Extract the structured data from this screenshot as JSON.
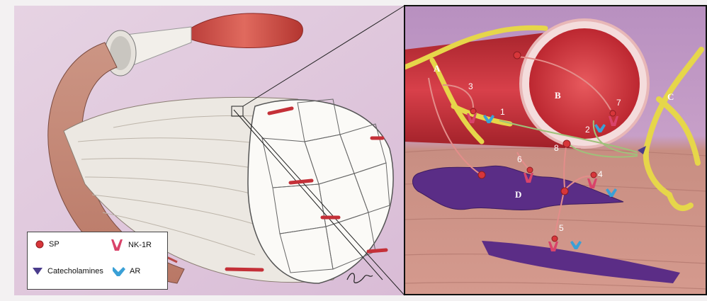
{
  "diagram": {
    "region_labels": [
      "A",
      "B",
      "C",
      "D"
    ],
    "pathway_numbers": [
      "1",
      "2",
      "3",
      "4",
      "5",
      "6",
      "7",
      "8"
    ]
  },
  "legend": {
    "sp": "SP",
    "nk1r": "NK-1R",
    "catecholamines": "Catecholamines",
    "ar": "AR"
  },
  "colors": {
    "sp": "#d7363a",
    "nk1r": "#d9436a",
    "catecholamines": "#4a3c8c",
    "ar": "#3aa0d6",
    "nerve": "#e6d64a",
    "vessel": "#c8333a",
    "background": "#c9a5c9",
    "cell_D": "#5a2d86"
  }
}
